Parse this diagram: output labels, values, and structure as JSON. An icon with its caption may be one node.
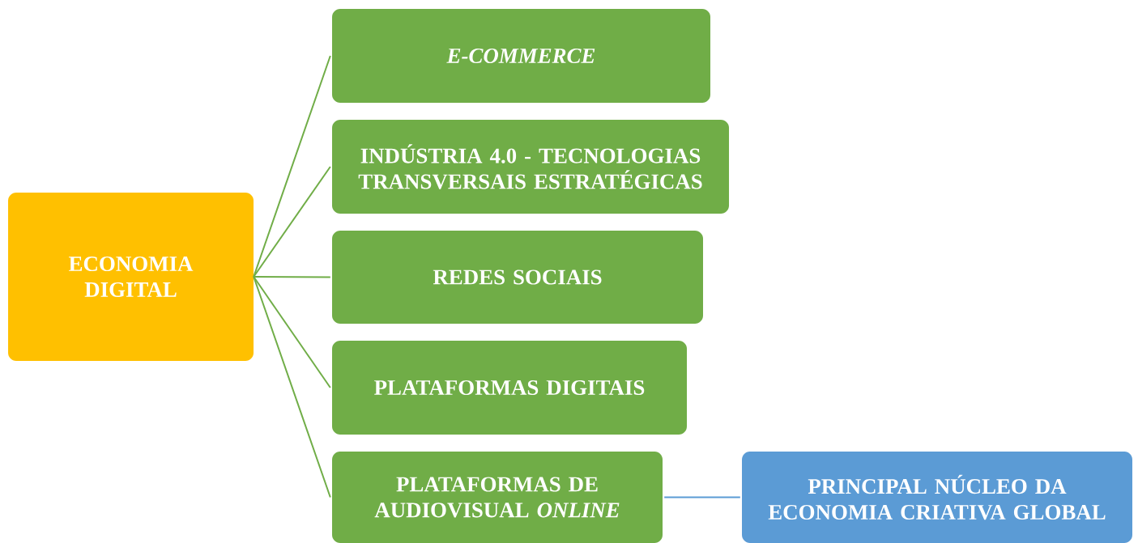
{
  "diagram": {
    "nodes": [
      {
        "text": [
          "ECONOMIA DIGITAL"
        ]
      },
      {
        "text": [
          "E-COMMERCE"
        ]
      },
      {
        "text": [
          "INDÚSTRIA 4.0 - TECNOLOGIAS TRANSVERSAIS ESTRATÉGICAS"
        ]
      },
      {
        "text": [
          "REDES SOCIAIS"
        ]
      },
      {
        "text": [
          "PLATAFORMAS DIGITAIS"
        ]
      },
      {
        "text": [
          "PLATAFORMAS DE AUDIOVISUAL *ONLINE*"
        ]
      },
      {
        "text": [
          "PRINCIPAL NÚCLEO DA ECONOMIA CRIATIVA GLOBAL"
        ]
      }
    ],
    "edges": [
      {
        "from": 0,
        "to": 1,
        "arrow": "none"
      },
      {
        "from": 0,
        "to": 2,
        "arrow": "none"
      },
      {
        "from": 0,
        "to": 3,
        "arrow": "none"
      },
      {
        "from": 0,
        "to": 4,
        "arrow": "none"
      },
      {
        "from": 0,
        "to": 5,
        "arrow": "none"
      },
      {
        "from": 5,
        "to": 6,
        "arrow": "none",
        "color": "#5b9bd5"
      }
    ]
  }
}
